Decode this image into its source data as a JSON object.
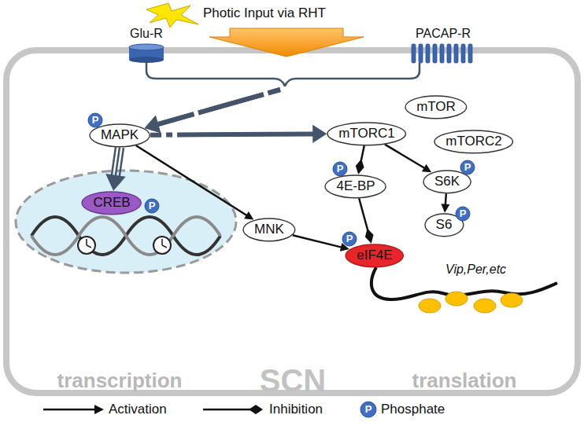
{
  "diagram": {
    "nodes": [
      {
        "text": [
          "Glu-R"
        ]
      },
      {
        "text": [
          "PACAP-R"
        ]
      },
      {
        "text": [
          "MAPK"
        ]
      },
      {
        "text": [
          "P"
        ]
      },
      {
        "text": [
          "mTOR"
        ]
      },
      {
        "text": [
          "mTORC1"
        ]
      },
      {
        "text": [
          "mTORC2"
        ]
      },
      {
        "text": [
          "P"
        ]
      },
      {
        "text": [
          "4E-BP"
        ]
      },
      {
        "text": [
          "P"
        ]
      },
      {
        "text": [
          "S6K"
        ]
      },
      {
        "text": [
          "MNK"
        ]
      },
      {
        "text": [
          "CREB"
        ]
      },
      {
        "text": [
          "P"
        ]
      },
      {
        "text": [
          "P"
        ]
      },
      {
        "text": [
          "S6"
        ]
      },
      {
        "text": [
          "P"
        ]
      },
      {
        "text": [
          "eIF4E"
        ]
      }
    ],
    "edges": [
      {
        "from": 0,
        "to": 2,
        "arrow": "to"
      },
      {
        "from": 1,
        "to": 2,
        "arrow": "to"
      },
      {
        "from": 2,
        "to": 5,
        "arrow": "to"
      },
      {
        "from": 2,
        "to": 12,
        "arrow": "to"
      },
      {
        "from": 2,
        "to": 11,
        "arrow": "to"
      },
      {
        "from": 11,
        "to": 17,
        "arrow": "to"
      },
      {
        "from": 5,
        "to": 8,
        "arrow": "to"
      },
      {
        "from": 5,
        "to": 10,
        "arrow": "to"
      },
      {
        "from": 10,
        "to": 15,
        "arrow": "to"
      },
      {
        "from": 8,
        "to": 17,
        "arrow": "to"
      }
    ],
    "labels": [
      "Photic Input via RHT",
      "transcription",
      "SCN",
      "translation",
      "Vip,Per,etc",
      "P"
    ],
    "legend": [
      {
        "text": "Activation"
      },
      {
        "text": "Inhibition"
      },
      {
        "text": "Phosphate"
      }
    ]
  }
}
